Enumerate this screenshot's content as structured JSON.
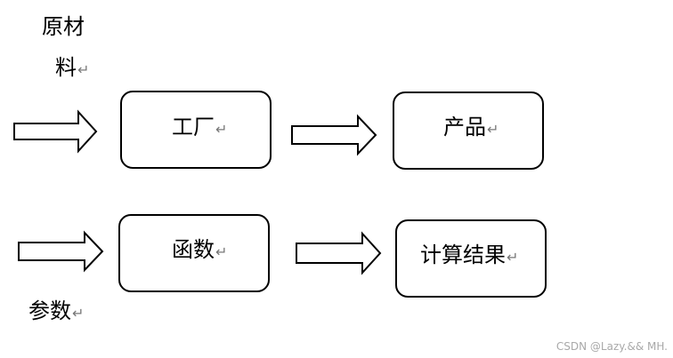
{
  "row1": {
    "input_label_line1": "原材",
    "input_label_line2": "料",
    "box1_label": "工厂",
    "box2_label": "产品"
  },
  "row2": {
    "input_label": "参数",
    "box1_label": "函数",
    "box2_label": "计算结果"
  },
  "return_mark": "↵",
  "watermark": "CSDN @Lazy.&& MH."
}
